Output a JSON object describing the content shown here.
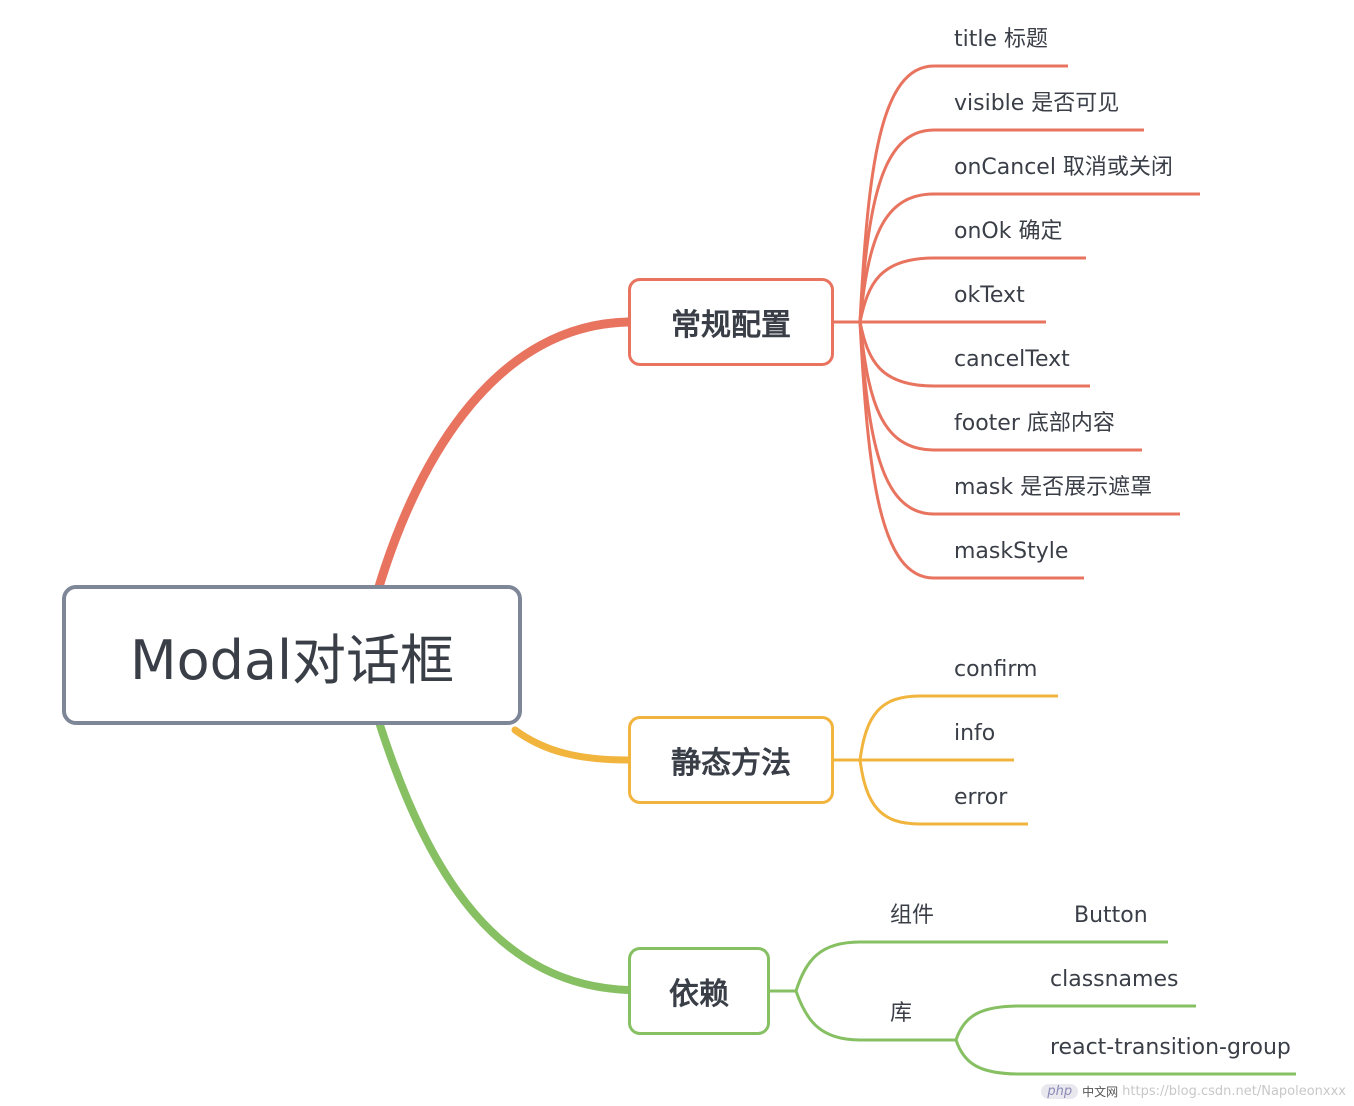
{
  "root": {
    "label": "Modal对话框"
  },
  "colors": {
    "root_border": "#7e8798",
    "general": "#e8735f",
    "static": "#f1b43d",
    "deps": "#86c063"
  },
  "branches": {
    "general": {
      "label": "常规配置",
      "items": [
        "title 标题",
        "visible 是否可见",
        "onCancel 取消或关闭",
        "onOk 确定",
        "okText",
        "cancelText",
        "footer 底部内容",
        "mask 是否展示遮罩",
        "maskStyle"
      ]
    },
    "static": {
      "label": "静态方法",
      "items": [
        "confirm",
        "info",
        "error"
      ]
    },
    "deps": {
      "label": "依赖",
      "component": {
        "label": "组件",
        "item": "Button"
      },
      "library": {
        "label": "库",
        "items": [
          "classnames",
          "react-transition-group"
        ]
      }
    }
  },
  "watermark": {
    "badge": "php",
    "site": "中文网",
    "url": "https://blog.csdn.net/Napoleonxxx"
  }
}
